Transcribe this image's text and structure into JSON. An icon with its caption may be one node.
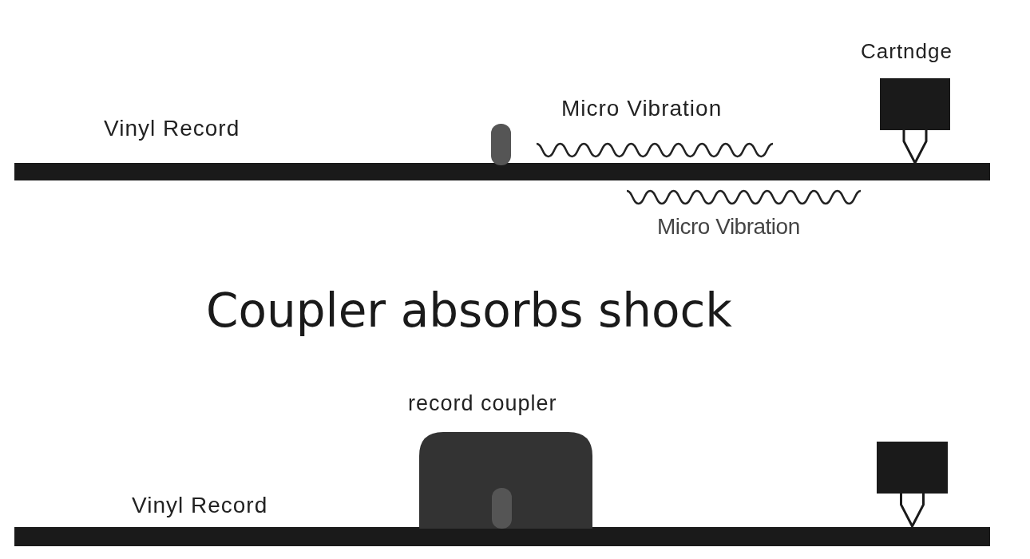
{
  "diagram": {
    "title": "Coupler absorbs shock",
    "labels": [
      "Cartndge",
      "Micro Vibration",
      "Vinyl Record",
      "Micro Vibration",
      "record coupler",
      "Vinyl Record"
    ]
  }
}
